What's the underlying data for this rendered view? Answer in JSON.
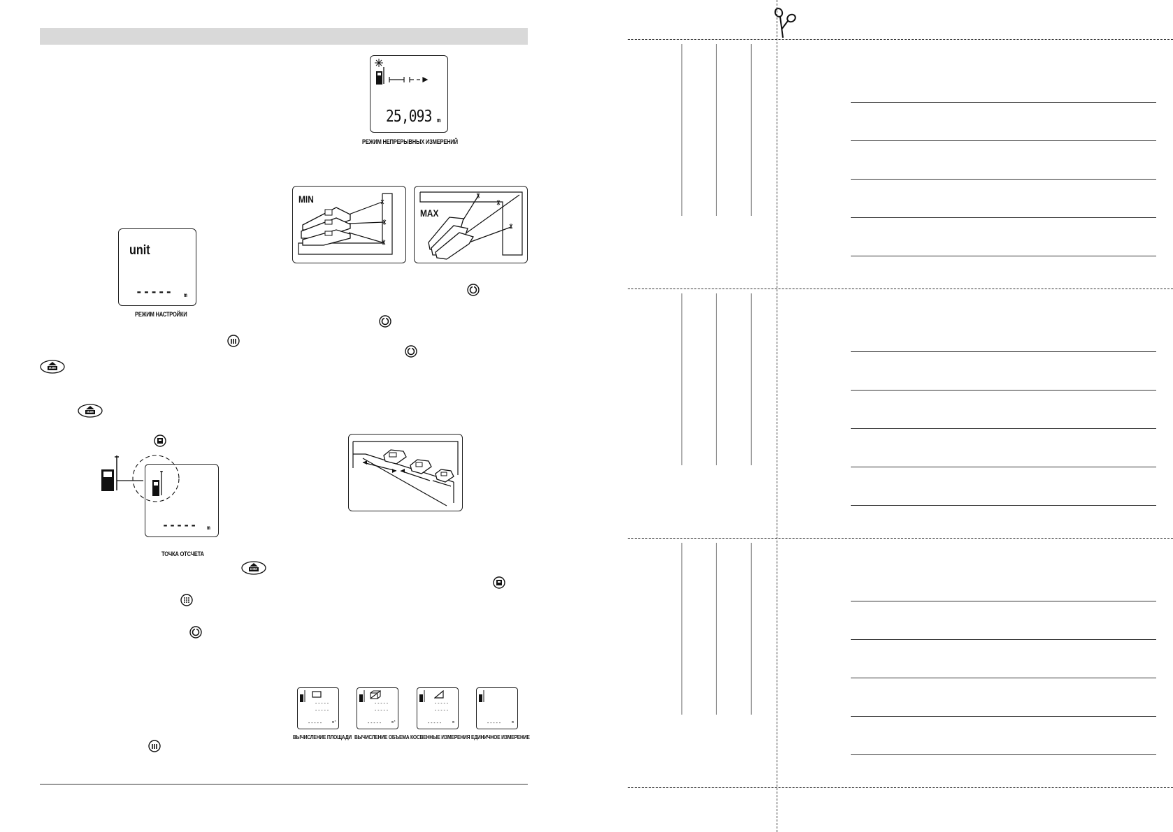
{
  "left_page": {
    "header_bar_color": "#d9d9d9",
    "continuous_display": {
      "value": "25,093",
      "unit": "m",
      "caption": "РЕЖИМ НЕПРЕРЫВНЫХ ИЗМЕРЕНИЙ"
    },
    "setup_display": {
      "word": "unit",
      "dashes": "-----",
      "unit": "m",
      "caption": "РЕЖИМ НАСТРОЙКИ"
    },
    "minmax": {
      "min_label": "MIN",
      "max_label": "MAX"
    },
    "reference_display": {
      "dashes": "-----",
      "unit": "m",
      "caption": "ТОЧКА ОТСЧЕТА"
    },
    "izm_label": "ИЗМ",
    "mode_displays": [
      {
        "caption": "ВЫЧИСЛЕНИЕ ПЛОЩАДИ",
        "icon": "rectangle-icon",
        "row1": "-----",
        "row2": "-----",
        "bottom": "-----",
        "unit": "m²"
      },
      {
        "caption": "ВЫЧИСЛЕНИЕ ОБЪЕМА",
        "icon": "cube-icon",
        "row1": "-----",
        "row2": "-----",
        "bottom": "-----",
        "unit": "m³"
      },
      {
        "caption": "КОСВЕННЫЕ ИЗМЕРЕНИЯ",
        "icon": "triangle-icon",
        "row1": "-----",
        "row2": "-----",
        "bottom": "-----",
        "unit": "m"
      },
      {
        "caption": "ЕДИНИЧНОЕ ИЗМЕРЕНИЕ",
        "icon": "none",
        "row1": "",
        "row2": "",
        "bottom": "-----",
        "unit": "m"
      }
    ]
  },
  "right_page": {
    "cut_icon": "scissors-icon",
    "sections": 3,
    "lines_per_section": 5
  }
}
